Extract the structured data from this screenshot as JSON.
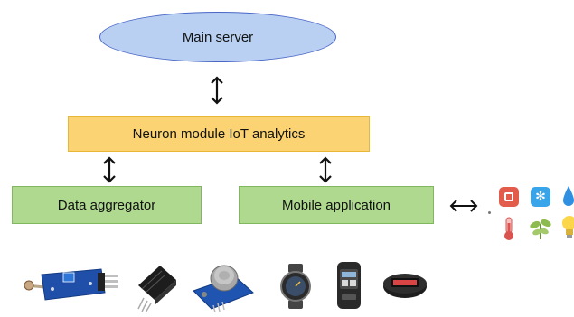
{
  "nodes": {
    "main_server": "Main server",
    "analytics": "Neuron module IoT analytics",
    "aggregator": "Data aggregator",
    "mobile_app": "Mobile application"
  },
  "colors": {
    "server_fill": "#b9d0f2",
    "server_border": "#4a66c6",
    "analytics_fill": "#fcd372",
    "green_fill": "#aed98f",
    "arrow": "#111111"
  },
  "icons": {
    "smart_home": [
      "alarm-icon",
      "snowflake-icon",
      "water-drop-icon",
      "thermometer-icon",
      "plant-icon",
      "light-bulb-icon"
    ],
    "devices": [
      "light-sensor-module-icon",
      "connector-sensor-icon",
      "gas-sensor-module-icon",
      "smartwatch-icon",
      "fitness-tracker-icon",
      "smart-band-icon"
    ]
  }
}
